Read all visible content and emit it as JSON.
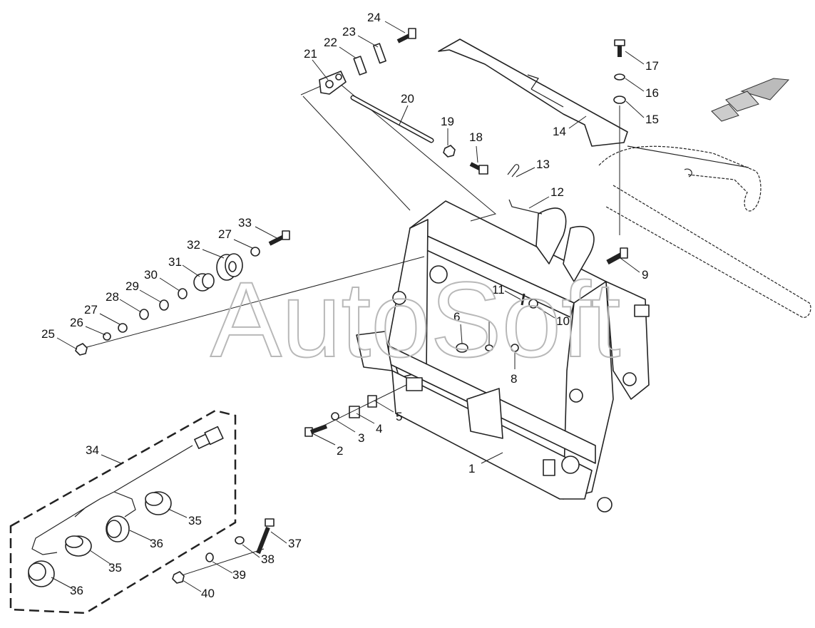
{
  "watermark": "AutoSoft",
  "callouts": [
    {
      "id": "1",
      "label": "1"
    },
    {
      "id": "2",
      "label": "2"
    },
    {
      "id": "3",
      "label": "3"
    },
    {
      "id": "4",
      "label": "4"
    },
    {
      "id": "5",
      "label": "5"
    },
    {
      "id": "6",
      "label": "6"
    },
    {
      "id": "8",
      "label": "8"
    },
    {
      "id": "9",
      "label": "9"
    },
    {
      "id": "10",
      "label": "10"
    },
    {
      "id": "11",
      "label": "11"
    },
    {
      "id": "12",
      "label": "12"
    },
    {
      "id": "13",
      "label": "13"
    },
    {
      "id": "14",
      "label": "14"
    },
    {
      "id": "15",
      "label": "15"
    },
    {
      "id": "16",
      "label": "16"
    },
    {
      "id": "17",
      "label": "17"
    },
    {
      "id": "18",
      "label": "18"
    },
    {
      "id": "19",
      "label": "19"
    },
    {
      "id": "20",
      "label": "20"
    },
    {
      "id": "21",
      "label": "21"
    },
    {
      "id": "22",
      "label": "22"
    },
    {
      "id": "23",
      "label": "23"
    },
    {
      "id": "24",
      "label": "24"
    },
    {
      "id": "25",
      "label": "25"
    },
    {
      "id": "26",
      "label": "26"
    },
    {
      "id": "27a",
      "label": "27"
    },
    {
      "id": "27b",
      "label": "27"
    },
    {
      "id": "28",
      "label": "28"
    },
    {
      "id": "29",
      "label": "29"
    },
    {
      "id": "30",
      "label": "30"
    },
    {
      "id": "31",
      "label": "31"
    },
    {
      "id": "32",
      "label": "32"
    },
    {
      "id": "33",
      "label": "33"
    },
    {
      "id": "34",
      "label": "34"
    },
    {
      "id": "35a",
      "label": "35"
    },
    {
      "id": "35b",
      "label": "35"
    },
    {
      "id": "36a",
      "label": "36"
    },
    {
      "id": "36b",
      "label": "36"
    },
    {
      "id": "37",
      "label": "37"
    },
    {
      "id": "38",
      "label": "38"
    },
    {
      "id": "39",
      "label": "39"
    },
    {
      "id": "40",
      "label": "40"
    }
  ]
}
